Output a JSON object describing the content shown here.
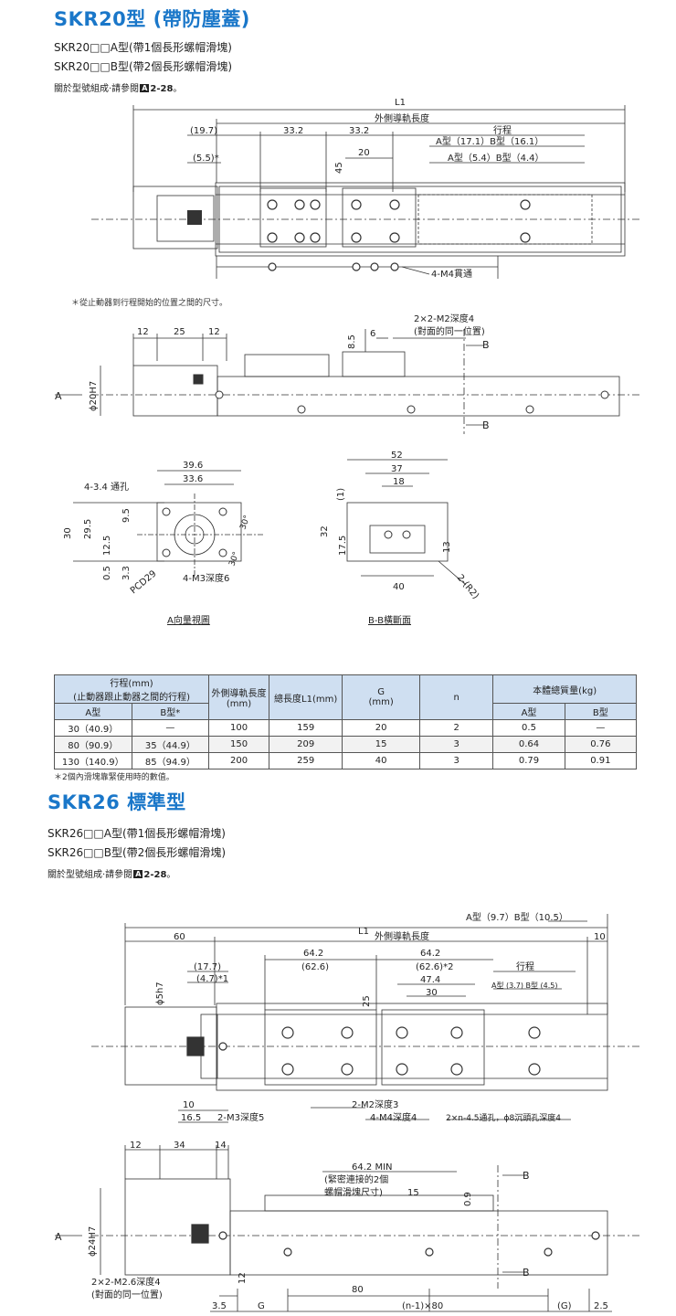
{
  "skr20": {
    "title": "SKR20型 (帶防塵蓋)",
    "models": [
      "SKR20□□A型(帶1個長形螺帽滑塊)",
      "SKR20□□B型(帶2個長形螺帽滑塊)"
    ],
    "ref_prefix": "關於型號組成‧請參閱",
    "ref_badge": "A",
    "ref_page": "2-28",
    "ref_suffix": "。",
    "note": "＊從止動器到行程開始的位置之間的尺寸。",
    "dims": {
      "L1": "L1",
      "outer_rail": "外側導軌長度",
      "d19_7": "(19.7)",
      "d33_2a": "33.2",
      "d33_2b": "33.2",
      "d5_5": "(5.5)*",
      "d20": "20",
      "d45": "45",
      "stroke": "行程",
      "ab1": "A型（17.1）B型（16.1）",
      "ab2": "A型（5.4）B型（4.4）",
      "m4": "4-M4貫通",
      "d12a": "12",
      "d25": "25",
      "d12b": "12",
      "d8_5": "8.5",
      "d6": "6",
      "m2": "2×2-M2深度4",
      "same": "(對面的同一位置)",
      "b": "B",
      "a_arrow": "A",
      "phi20": "ϕ20H7",
      "d39_6": "39.6",
      "d33_6": "33.6",
      "hole34": "4-3.4 通孔",
      "d30": "30",
      "d29_5": "29.5",
      "d9_5": "9.5",
      "d12_5": "12.5",
      "d0_5": "0.5",
      "d3_3": "3.3",
      "pcd": "PCD29",
      "m3": "4-M3深度6",
      "ang30a": "30°",
      "ang30b": "30°",
      "d52": "52",
      "d37": "37",
      "d18": "18",
      "d1": "(1)",
      "d32": "32",
      "d17_5": "17.5",
      "d13": "13",
      "d40": "40",
      "r2": "2-(R2)",
      "view_a": "A向量視圖",
      "view_bb": "B-B橫斷面"
    }
  },
  "table": {
    "h_stroke": "行程(mm)",
    "h_stroke_sub": "(止動器跟止動器之間的行程)",
    "h_outer": "外側導軌長度(mm)",
    "h_total": "總長度L1(mm)",
    "h_g": "G",
    "h_g_unit": "(mm)",
    "h_n": "n",
    "h_mass": "本體總質量(kg)",
    "h_a": "A型",
    "h_b": "B型*",
    "h_ma": "A型",
    "h_mb": "B型",
    "rows": [
      {
        "a": "30（40.9）",
        "b": "—",
        "outer": "100",
        "total": "159",
        "g": "20",
        "n": "2",
        "ma": "0.5",
        "mb": "—"
      },
      {
        "a": "80（90.9）",
        "b": "35（44.9）",
        "outer": "150",
        "total": "209",
        "g": "15",
        "n": "3",
        "ma": "0.64",
        "mb": "0.76"
      },
      {
        "a": "130（140.9）",
        "b": "85（94.9）",
        "outer": "200",
        "total": "259",
        "g": "40",
        "n": "3",
        "ma": "0.79",
        "mb": "0.91"
      }
    ],
    "footnote": "＊2個內滑塊靠緊使用時的數值。"
  },
  "skr26": {
    "title": "SKR26 標準型",
    "models": [
      "SKR26□□A型(帶1個長形螺帽滑塊)",
      "SKR26□□B型(帶2個長形螺帽滑塊)"
    ],
    "ref_prefix": "關於型號組成‧請參閱",
    "ref_badge": "A",
    "ref_page": "2-28",
    "ref_suffix": "。",
    "dims": {
      "ab_top": "A型（9.7）B型（10.5）",
      "L1": "L1",
      "d60": "60",
      "outer_rail": "外側導軌長度",
      "d10": "10",
      "d64_2a": "64.2",
      "d62_6a": "(62.6)",
      "d64_2b": "64.2",
      "d62_6b": "(62.6)*2",
      "d17_7": "(17.7)",
      "d4_7": "(4.7)*1",
      "stroke": "行程",
      "d47_4": "47.4",
      "d30": "30",
      "ab_mid": "A型 (3.7) B型 (4.5)",
      "phi5": "ϕ5h7",
      "d25": "25",
      "d10b": "10",
      "d16_5": "16.5",
      "m3": "2-M3深度5",
      "m2": "2-M2深度3",
      "m4": "4-M4深度4",
      "holes": "2×n-4.5通孔，ϕ8沉頭孔深度4",
      "d12": "12",
      "d34": "34",
      "d14": "14",
      "d64_2min": "64.2 MIN",
      "tight": "(緊密連接的2個",
      "tight2": "螺帽滑塊尺寸)",
      "d15": "15",
      "d0_9": "0.9",
      "b": "B",
      "a_arrow": "A",
      "phi24": "ϕ24H7",
      "m26": "2×2-M2.6深度4",
      "same": "(對面的同一位置)",
      "d12b": "12",
      "d80": "80",
      "d3_5": "3.5",
      "g": "G",
      "n80": "(n-1)×80",
      "gp": "(G)",
      "d2_5": "2.5"
    }
  }
}
